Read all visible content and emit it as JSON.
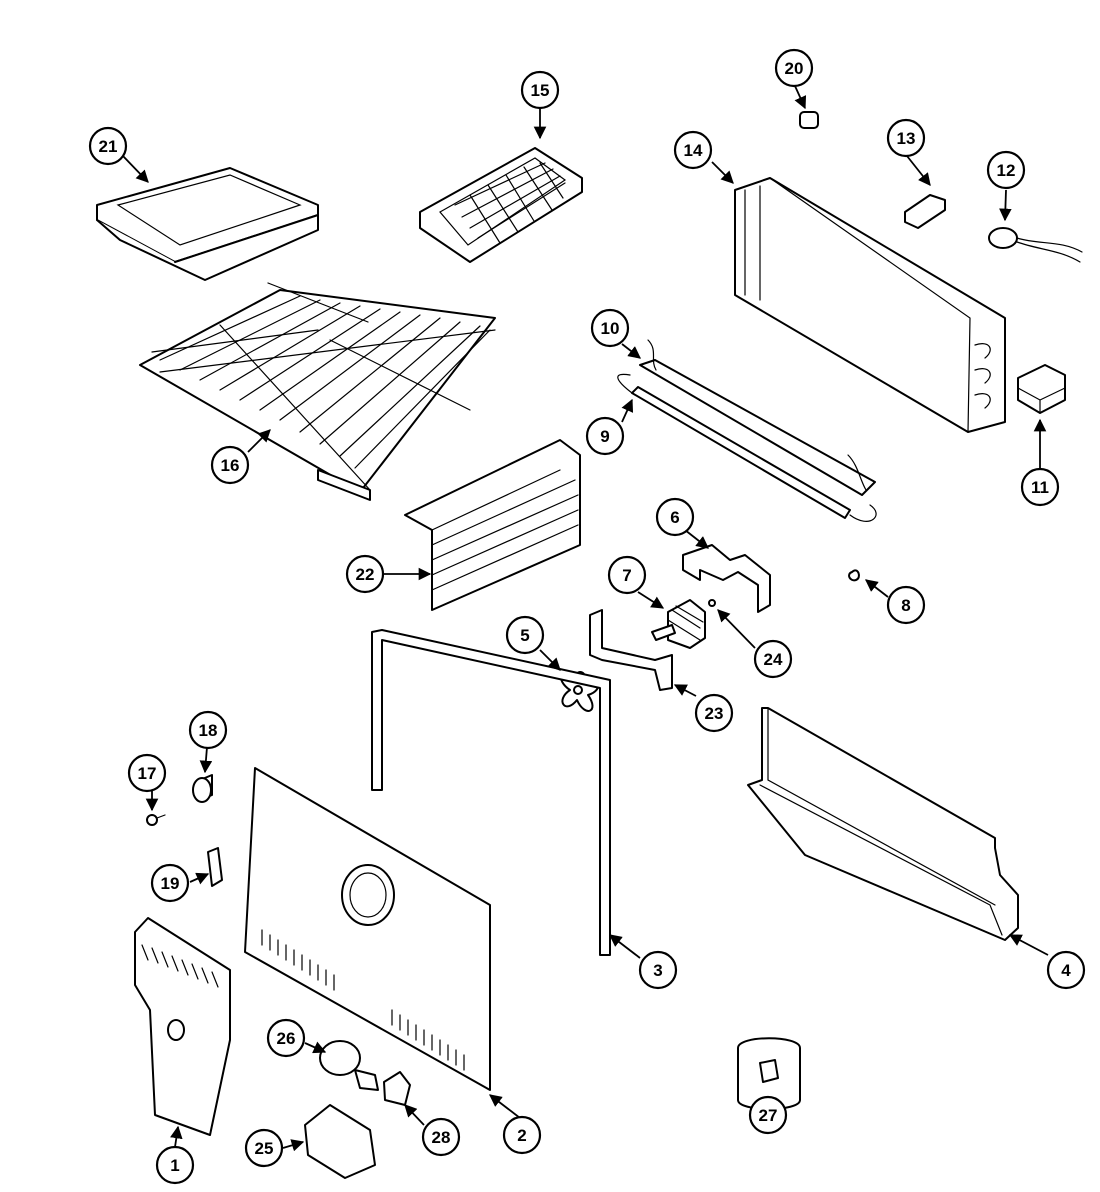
{
  "callouts": [
    {
      "id": "1",
      "label": "1"
    },
    {
      "id": "2",
      "label": "2"
    },
    {
      "id": "3",
      "label": "3"
    },
    {
      "id": "4",
      "label": "4"
    },
    {
      "id": "5",
      "label": "5"
    },
    {
      "id": "6",
      "label": "6"
    },
    {
      "id": "7",
      "label": "7"
    },
    {
      "id": "8",
      "label": "8"
    },
    {
      "id": "9",
      "label": "9"
    },
    {
      "id": "10",
      "label": "10"
    },
    {
      "id": "11",
      "label": "11"
    },
    {
      "id": "12",
      "label": "12"
    },
    {
      "id": "13",
      "label": "13"
    },
    {
      "id": "14",
      "label": "14"
    },
    {
      "id": "15",
      "label": "15"
    },
    {
      "id": "16",
      "label": "16"
    },
    {
      "id": "17",
      "label": "17"
    },
    {
      "id": "18",
      "label": "18"
    },
    {
      "id": "19",
      "label": "19"
    },
    {
      "id": "20",
      "label": "20"
    },
    {
      "id": "21",
      "label": "21"
    },
    {
      "id": "22",
      "label": "22"
    },
    {
      "id": "23",
      "label": "23"
    },
    {
      "id": "24",
      "label": "24"
    },
    {
      "id": "25",
      "label": "25"
    },
    {
      "id": "26",
      "label": "26"
    },
    {
      "id": "27",
      "label": "27"
    },
    {
      "id": "28",
      "label": "28"
    }
  ],
  "colors": {
    "line": "#000000",
    "background": "#ffffff"
  }
}
